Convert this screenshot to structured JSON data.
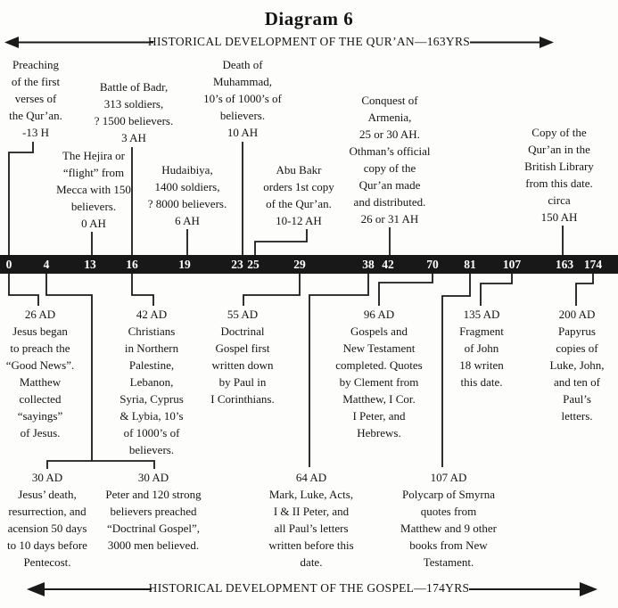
{
  "title": "Diagram 6",
  "top_arrow": {
    "label": "HISTORICAL DEVELOPMENT OF THE QUR’AN—163YRS"
  },
  "bottom_arrow": {
    "label": "HISTORICAL DEVELOPMENT OF THE GOSPEL—174YRS"
  },
  "timeline": {
    "bar_color": "#181818",
    "ticks": [
      {
        "label": "0"
      },
      {
        "label": "4"
      },
      {
        "label": "13"
      },
      {
        "label": "16"
      },
      {
        "label": "19"
      },
      {
        "label": "23"
      },
      {
        "label": "25"
      },
      {
        "label": "29"
      },
      {
        "label": "38"
      },
      {
        "label": "42"
      },
      {
        "label": "70"
      },
      {
        "label": "81"
      },
      {
        "label": "107"
      },
      {
        "label": "163"
      },
      {
        "label": "174"
      }
    ]
  },
  "quran_events": [
    {
      "text": "Preaching\nof the first\nverses of\nthe Qur’an.\n-13 H"
    },
    {
      "text": "The Hejira or\n“flight” from\nMecca with 150\nbelievers.\n0 AH"
    },
    {
      "text": "Battle of Badr,\n313 soldiers,\n? 1500 believers.\n3 AH"
    },
    {
      "text": "Hudaibiya,\n1400 soldiers,\n? 8000 believers.\n6 AH"
    },
    {
      "text": "Death of\nMuhammad,\n10’s of 1000’s of\nbelievers.\n10 AH"
    },
    {
      "text": "Abu Bakr\norders 1st copy\nof the Qur’an.\n10-12 AH"
    },
    {
      "text": "Conquest of\nArmenia,\n25 or 30 AH.\nOthman’s official\ncopy of the\nQur’an made\nand distributed.\n26 or 31 AH"
    },
    {
      "text": "Copy of the\nQur’an in the\nBritish Library\nfrom this date.\ncirca\n150 AH"
    }
  ],
  "gospel_events_row1": [
    {
      "text": "26 AD\nJesus began\nto preach the\n“Good News”.\nMatthew\ncollected\n“sayings”\nof Jesus."
    },
    {
      "text": "42 AD\nChristians\nin Northern\nPalestine,\nLebanon,\nSyria, Cyprus\n& Lybia, 10’s\nof 1000’s of\nbelievers."
    },
    {
      "text": "55 AD\nDoctrinal\nGospel first\nwritten down\nby Paul in\nI Corinthians."
    },
    {
      "text": "96 AD\nGospels and\nNew Testament\ncompleted. Quotes\nby Clement from\nMatthew, I Cor.\nI Peter, and\nHebrews."
    },
    {
      "text": "135 AD\nFragment\nof John\n18 writen\nthis date."
    },
    {
      "text": "200 AD\nPapyrus\ncopies of\nLuke, John,\nand ten of\nPaul’s\nletters."
    }
  ],
  "gospel_events_row2": [
    {
      "text": "30 AD\nJesus’ death,\nresurrection, and\nacension 50 days\nto 10 days before\nPentecost."
    },
    {
      "text": "30 AD\nPeter and 120 strong\nbelievers preached\n“Doctrinal Gospel”,\n3000 men believed."
    },
    {
      "text": "64 AD\nMark, Luke, Acts,\nI & II Peter, and\nall Paul’s letters\nwritten before this\ndate."
    },
    {
      "text": "107 AD\nPolycarp of Smyrna\nquotes from\nMatthew and 9 other\nbooks from New\nTestament."
    }
  ],
  "colors": {
    "ink": "#151515",
    "background": "#fdfdfc",
    "bar": "#181818",
    "tick_text": "#ffffff"
  }
}
